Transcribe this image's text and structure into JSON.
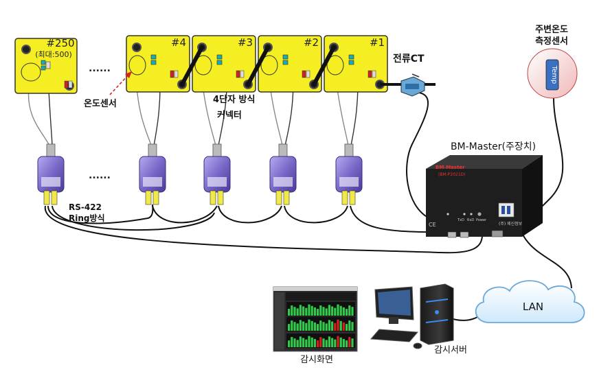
{
  "batteries": [
    {
      "id": "#250",
      "sub": "(최대:500)"
    },
    {
      "id": "#4"
    },
    {
      "id": "#3"
    },
    {
      "id": "#2"
    },
    {
      "id": "#1"
    }
  ],
  "ellipsis": "......",
  "labels": {
    "current_ct": "전류CT",
    "ambient_sensor_line1": "주변온도",
    "ambient_sensor_line2": "측정센서",
    "temp_probe": "Temp",
    "temp_sensor": "온도센서",
    "connector_line1": "4단자 방식",
    "connector_line2": "커넥터",
    "rs422_line1": "RS-422",
    "rs422_line2": "Ring방식",
    "master": "BM-Master(주장치)",
    "master_brand": "BM-Master",
    "master_model": "(BM-P2021D)",
    "master_company": "(주) 제신정보",
    "master_led_labels": [
      "Power",
      "RxD",
      "TxD"
    ],
    "lan": "LAN",
    "monitor_screen": "감시화면",
    "monitor_server": "감시서버"
  },
  "colors": {
    "battery_fill": "#f4ee22",
    "module_fill": "#8070c8",
    "master_fill": "#1e1e1e",
    "accent_red": "#d62020",
    "bar_green": "#33c94a",
    "bar_red": "#d62020"
  }
}
